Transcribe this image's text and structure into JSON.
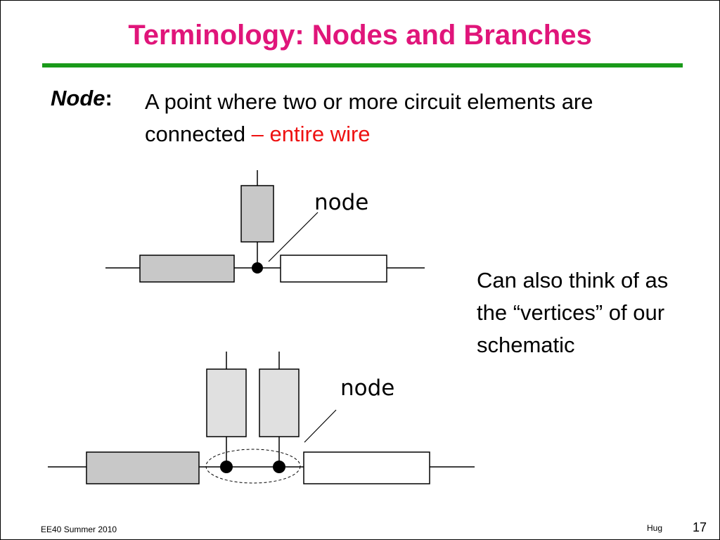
{
  "slide": {
    "title": "Terminology: Nodes and Branches",
    "term": "Node",
    "term_colon": ":",
    "definition_main": "A point where two or more circuit elements are connected ",
    "definition_emphasis": "– entire wire",
    "aside": "Can also think of as the “vertices” of our schematic",
    "footer_course": "EE40 Summer 2010",
    "footer_author": "Hug",
    "page_number": "17"
  },
  "diagram": {
    "node_label_1": "node",
    "node_label_2": "node"
  },
  "colors": {
    "title": "#e0157a",
    "rule": "#1a9a1a",
    "emphasis": "#ee1111",
    "resistor_fill": "#c8c8c8"
  }
}
